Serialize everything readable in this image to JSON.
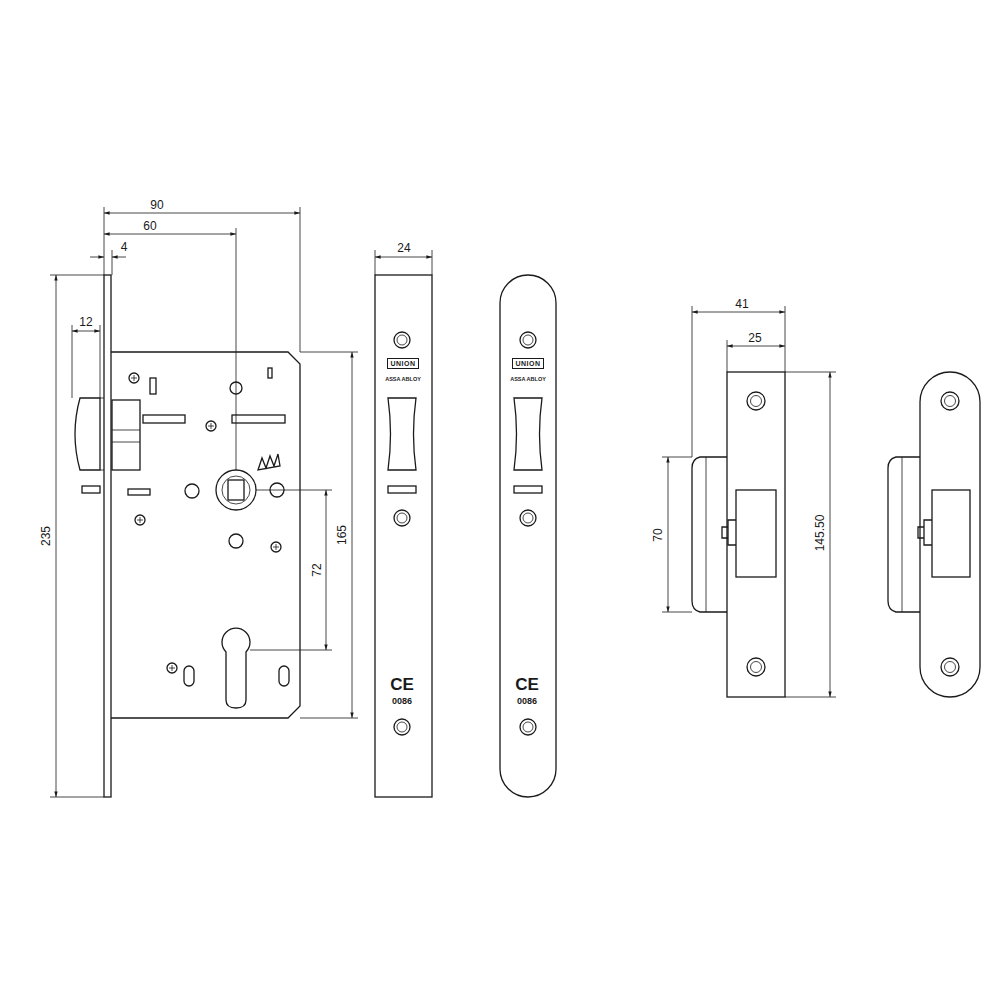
{
  "diagram": {
    "labels": [
      "90",
      "60",
      "4",
      "12",
      "235",
      "72",
      "165",
      "24",
      "UNION",
      "ASSA ABLOY",
      "CE",
      "0086",
      "UNION",
      "ASSA ABLOY",
      "CE",
      "0086",
      "41",
      "25",
      "70",
      "145.50"
    ]
  }
}
